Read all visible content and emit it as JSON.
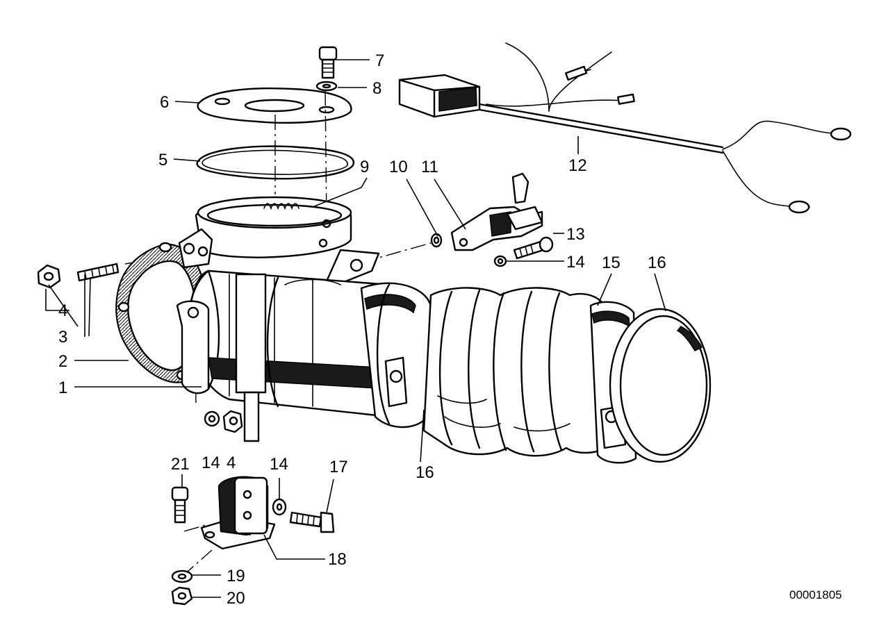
{
  "diagram": {
    "drawing_number": "00001805",
    "labels": {
      "p1": "1",
      "p2": "2",
      "p3": "3",
      "p4a": "4",
      "p4b": "4",
      "p5": "5",
      "p6": "6",
      "p7": "7",
      "p8": "8",
      "p9": "9",
      "p10": "10",
      "p11": "11",
      "p12": "12",
      "p13": "13",
      "p14a": "14",
      "p14b": "14",
      "p14c": "14",
      "p15": "15",
      "p16a": "16",
      "p16b": "16",
      "p17": "17",
      "p18": "18",
      "p19": "19",
      "p20": "20",
      "p21": "21"
    }
  }
}
